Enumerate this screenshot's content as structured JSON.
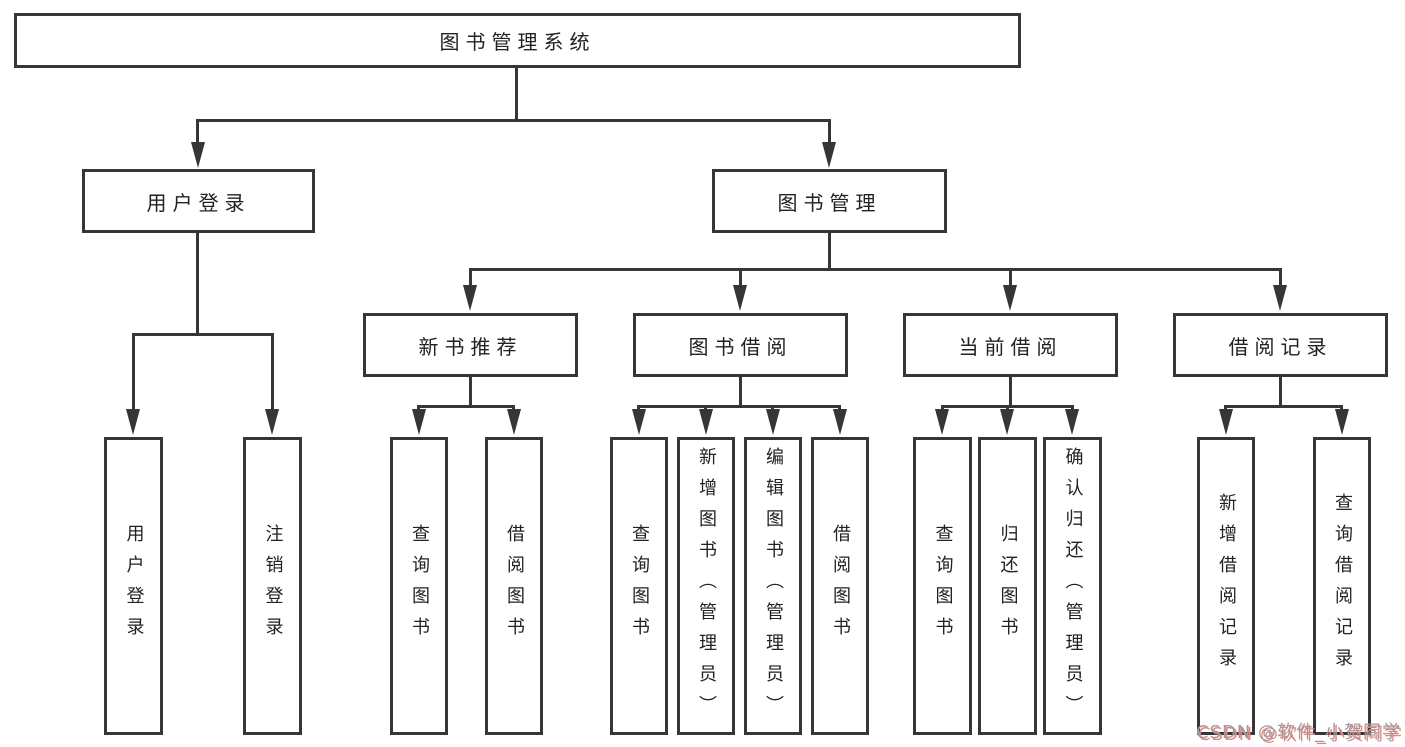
{
  "title": "图书管理系统",
  "tree": {
    "root": {
      "label": "图书管理系统"
    },
    "level2": [
      {
        "label": "用户登录",
        "children": [
          {
            "label": "用户登录"
          },
          {
            "label": "注销登录"
          }
        ]
      },
      {
        "label": "图书管理",
        "children": [
          {
            "label": "新书推荐",
            "children": [
              {
                "label": "查询图书"
              },
              {
                "label": "借阅图书"
              }
            ]
          },
          {
            "label": "图书借阅",
            "children": [
              {
                "label": "查询图书"
              },
              {
                "label": "新增图书（管理员）"
              },
              {
                "label": "编辑图书（管理员）"
              },
              {
                "label": "借阅图书"
              }
            ]
          },
          {
            "label": "当前借阅",
            "children": [
              {
                "label": "查询图书"
              },
              {
                "label": "归还图书"
              },
              {
                "label": "确认归还（管理员）"
              }
            ]
          },
          {
            "label": "借阅记录",
            "children": [
              {
                "label": "新增借阅记录"
              },
              {
                "label": "查询借阅记录"
              }
            ]
          }
        ]
      }
    ]
  },
  "watermark": {
    "text": "CSDN @软件_小贺同学"
  },
  "colors": {
    "line": "#363636",
    "box_background": "#ffffff",
    "text": "#222222",
    "watermark_text": "#9c9c9c",
    "watermark_shadow": "#ee8181"
  }
}
